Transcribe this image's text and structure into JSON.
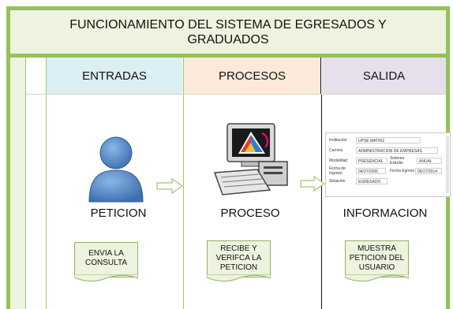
{
  "title": "FUNCIONAMIENTO DEL SISTEMA DE EGRESADOS Y GRADUADOS",
  "columns": [
    {
      "header": "ENTRADAS",
      "label": "PETICION",
      "box": [
        "ENVIA LA",
        "CONSULTA"
      ],
      "icon": "user-icon"
    },
    {
      "header": "PROCESOS",
      "label": "PROCESO",
      "box": [
        "RECIBE Y",
        "VERIFCA LA",
        "PETICION"
      ],
      "icon": "computer-icon"
    },
    {
      "header": "SALIDA",
      "label": "INFORMACION",
      "box": [
        "MUESTRA",
        "PETICION DEL",
        "USUARIO"
      ],
      "icon": "form-screenshot"
    }
  ],
  "form": {
    "institucion_label": "Institución",
    "institucion_value": "UPSE MATRIZ",
    "carrera_label": "Carrera",
    "carrera_value": "ADMINISTRACION DE EMPRESAS",
    "modalidad_label": "Modalidad",
    "modalidad_value": "PRESENCIAL",
    "sistema_label": "Sistema Estudio",
    "sistema_value": "ANUAL",
    "fecha_ingreso_label": "Fecha de Ingreso",
    "fecha_ingreso_value": "04/27/2005",
    "fecha_egreso_label": "Fecha Egreso",
    "fecha_egreso_value": "06/27/2014",
    "situacion_label": "Situación",
    "situacion_value": "EGRESADO"
  },
  "colors": {
    "frame_green": "#93c15a",
    "title_bg": "#eef3df",
    "entradas_bg": "#dbeff4",
    "procesos_bg": "#fde9d9",
    "salida_bg": "#e5e0ec",
    "user_icon_blue": "#4f86c6"
  }
}
